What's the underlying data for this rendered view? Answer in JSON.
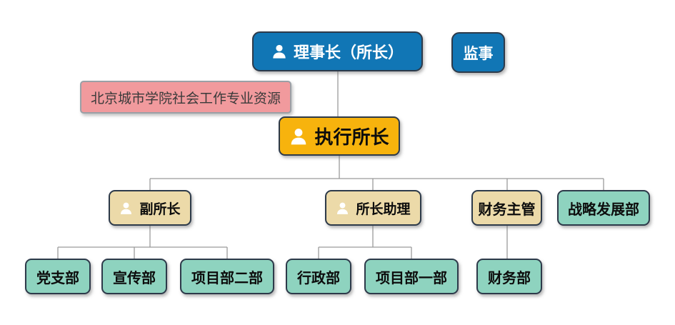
{
  "diagram": {
    "kind": "org-chart",
    "nodes": {
      "chairman": {
        "label": "理事长（所长）",
        "icon": "person-icon",
        "color": "#1176b5"
      },
      "supervisor": {
        "label": "监事",
        "color": "#1176b5"
      },
      "note": {
        "label": "北京城市学院社会工作专业资源",
        "color": "#f19a9d"
      },
      "executive": {
        "label": "执行所长",
        "icon": "person-icon",
        "color": "#f7b30d"
      },
      "deputy": {
        "label": "副所长",
        "icon": "person-icon",
        "color": "#ecdaa9"
      },
      "assistant": {
        "label": "所长助理",
        "icon": "person-icon",
        "color": "#ecdaa9"
      },
      "finance_supervisor": {
        "label": "财务主管",
        "color": "#ecdaa9"
      },
      "strategy_dept": {
        "label": "战略发展部",
        "color": "#8ed3bf"
      },
      "party_branch": {
        "label": "党支部",
        "color": "#8ed3bf"
      },
      "publicity_dept": {
        "label": "宣传部",
        "color": "#8ed3bf"
      },
      "project_dept_2": {
        "label": "项目部二部",
        "color": "#8ed3bf"
      },
      "admin_dept": {
        "label": "行政部",
        "color": "#8ed3bf"
      },
      "project_dept_1": {
        "label": "项目部一部",
        "color": "#8ed3bf"
      },
      "finance_dept": {
        "label": "财务部",
        "color": "#8ed3bf"
      }
    },
    "edges": [
      [
        "chairman",
        "executive"
      ],
      [
        "executive",
        "deputy"
      ],
      [
        "executive",
        "assistant"
      ],
      [
        "executive",
        "finance_supervisor"
      ],
      [
        "executive",
        "strategy_dept"
      ],
      [
        "deputy",
        "party_branch"
      ],
      [
        "deputy",
        "publicity_dept"
      ],
      [
        "deputy",
        "project_dept_2"
      ],
      [
        "assistant",
        "admin_dept"
      ],
      [
        "assistant",
        "project_dept_1"
      ],
      [
        "finance_supervisor",
        "finance_dept"
      ]
    ],
    "colors": {
      "node_border": "#2d3a4a",
      "note_border": "#9aa0a6",
      "connector_line": "#9a9a9a",
      "background": "#ffffff",
      "blue": "#1176b5",
      "yellow": "#f7b30d",
      "tan": "#ecdaa9",
      "teal": "#8ed3bf",
      "pink": "#f19a9d"
    }
  }
}
